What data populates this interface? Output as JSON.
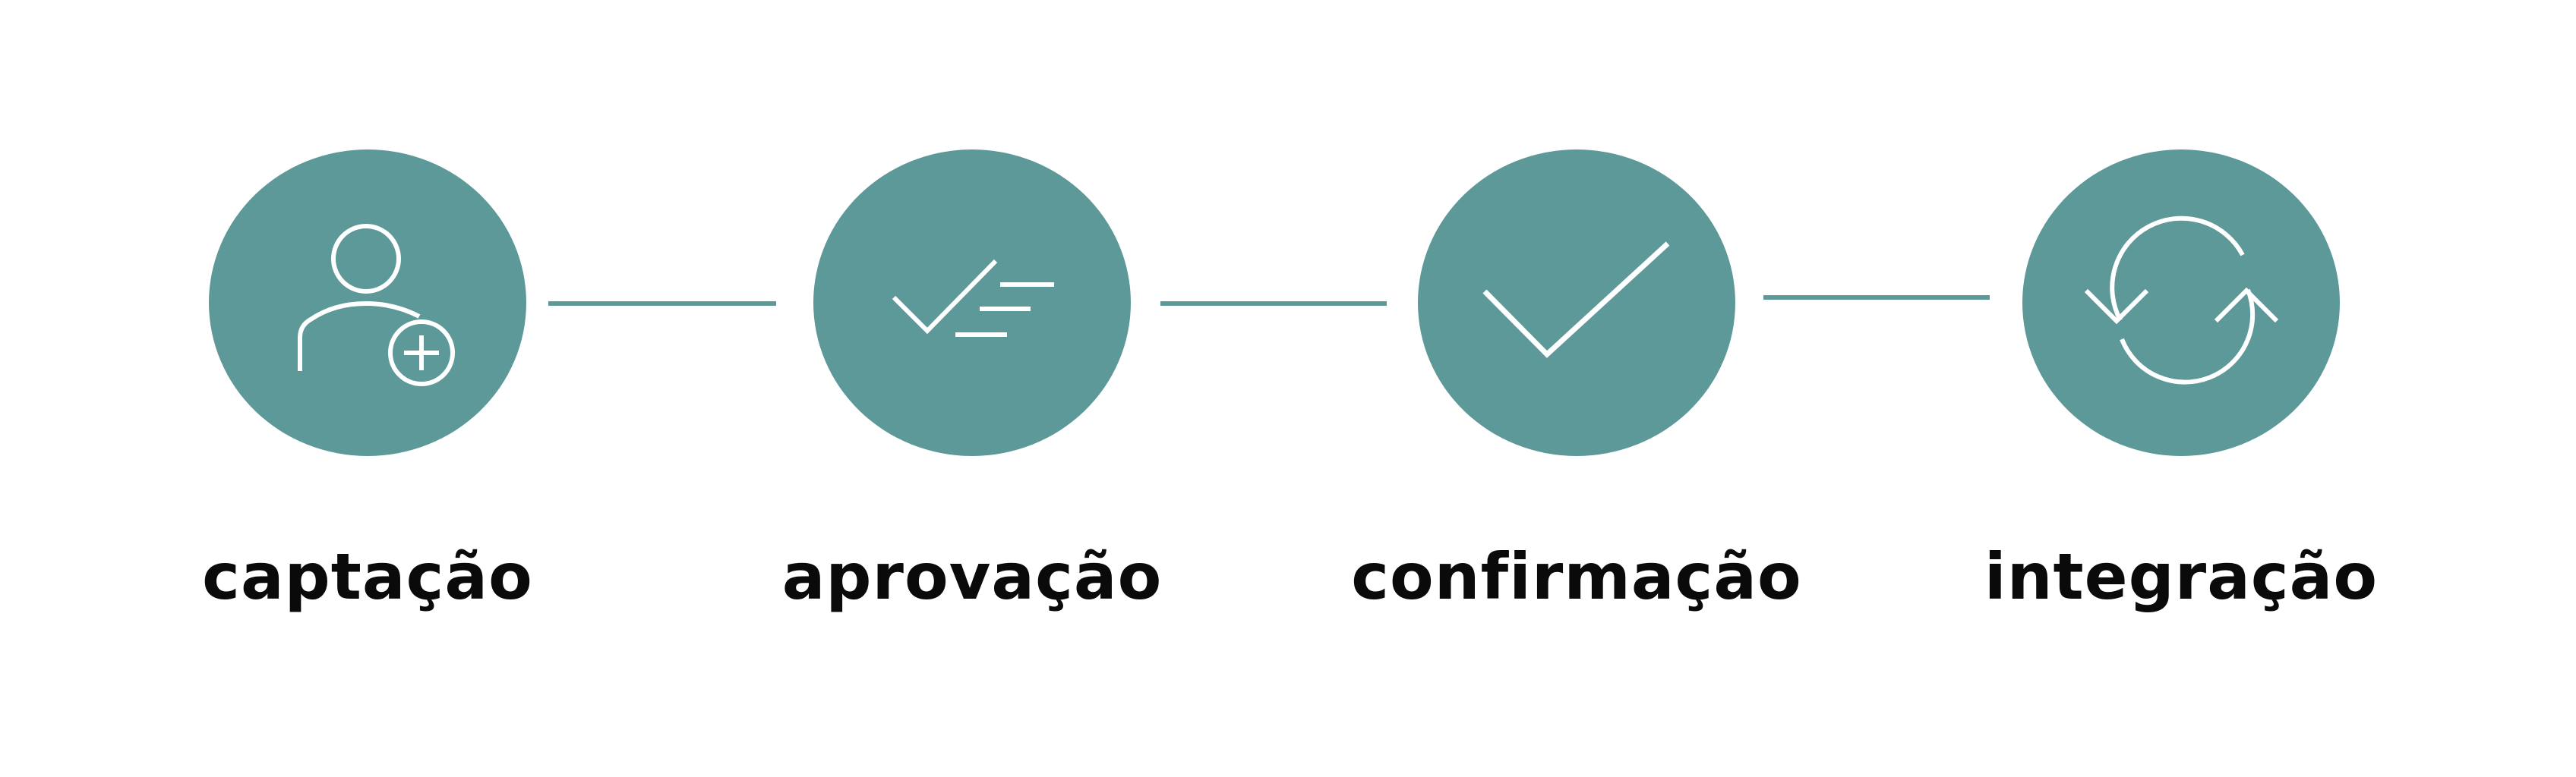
{
  "colors": {
    "circle": "#5e9999",
    "icon_stroke": "#ffffff",
    "label": "#0a0a0a",
    "background": "#ffffff"
  },
  "steps": [
    {
      "label": "captação",
      "icon": "user-add-icon"
    },
    {
      "label": "aprovação",
      "icon": "checklist-icon"
    },
    {
      "label": "confirmação",
      "icon": "checkmark-icon"
    },
    {
      "label": "integração",
      "icon": "sync-arrows-icon"
    }
  ]
}
